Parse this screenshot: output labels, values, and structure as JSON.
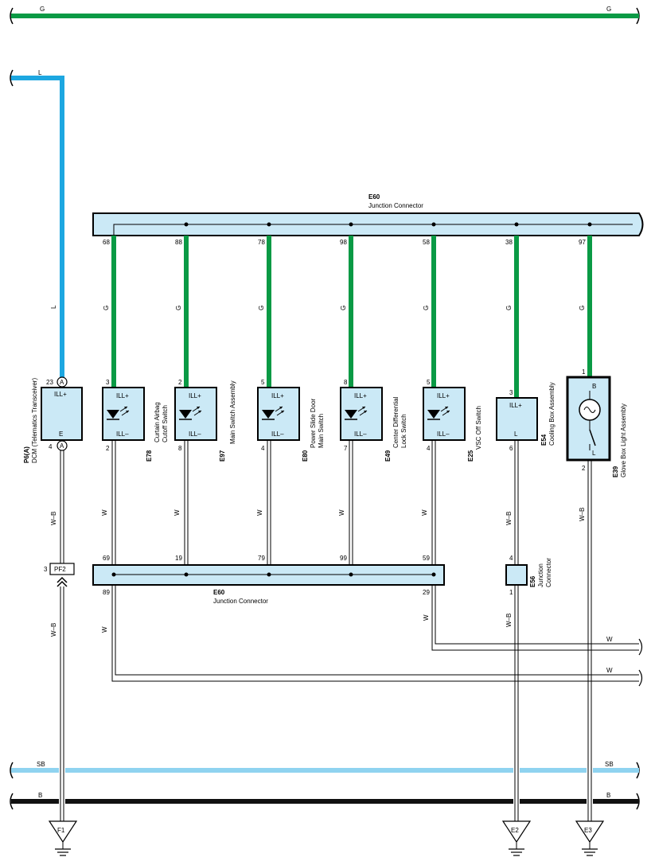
{
  "colors": {
    "green": "#0a9a45",
    "blue": "#1da7e1",
    "sky_blue": "#8fd3f0",
    "black": "#111111",
    "box_fill": "#cbe9f6"
  },
  "wires": {
    "g_top_left": "G",
    "g_top_right": "G",
    "l_top": "L",
    "l_vertical": "L",
    "sb_left": "SB",
    "sb_right": "SB",
    "b_left": "B",
    "b_right": "B",
    "w_right_1": "W",
    "w_right_2": "W",
    "wb_p6_upper": "W–B",
    "wb_p6_lower": "W–B",
    "w_e60_lower": "W",
    "w_e25_lower": "W",
    "wb_e56_lower": "W–B"
  },
  "junction_top": {
    "code": "E60",
    "name": "Junction Connector",
    "pins": [
      "68",
      "88",
      "78",
      "98",
      "58",
      "38",
      "97"
    ]
  },
  "junction_bottom": {
    "code": "E60",
    "name": "Junction Connector",
    "pins_top": [
      "69",
      "19",
      "79",
      "99",
      "59"
    ],
    "pin_89": "89",
    "pin_29": "29"
  },
  "g_labels": [
    "G",
    "G",
    "G",
    "G",
    "G",
    "G",
    "G"
  ],
  "w_labels": [
    "W",
    "W",
    "W",
    "W",
    "W"
  ],
  "p6": {
    "code": "P6(A)",
    "name": "DCM (Telematics Transceiver)",
    "pin_top": "23",
    "pin_bottom": "4",
    "circle_label_top": "A",
    "circle_label_bottom": "A",
    "term_top": "ILL+",
    "term_bottom": "E"
  },
  "pf2": {
    "label": "PF2",
    "pin": "3"
  },
  "switches": [
    {
      "code": "E78",
      "name": "Curtain Airbag",
      "name2": "Cutoff Switch",
      "pin_top": "3",
      "pin_bottom": "2",
      "term_top": "ILL+",
      "term_bottom": "ILL–"
    },
    {
      "code": "E97",
      "name": "Main Switch Assembly",
      "name2": "",
      "pin_top": "2",
      "pin_bottom": "8",
      "term_top": "ILL+",
      "term_bottom": "ILL–"
    },
    {
      "code": "E80",
      "name": "Power Slide Door",
      "name2": "Main Switch",
      "pin_top": "5",
      "pin_bottom": "4",
      "term_top": "ILL+",
      "term_bottom": "ILL–"
    },
    {
      "code": "E49",
      "name": "Center Differential",
      "name2": "Lock Switch",
      "pin_top": "8",
      "pin_bottom": "7",
      "term_top": "ILL+",
      "term_bottom": "ILL–"
    },
    {
      "code": "E25",
      "name": "VSC Off Switch",
      "name2": "",
      "pin_top": "5",
      "pin_bottom": "4",
      "term_top": "ILL+",
      "term_bottom": "ILL–"
    }
  ],
  "e54": {
    "code": "E54",
    "name": "Cooling Box Assembly",
    "pin_top": "3",
    "pin_bottom": "6",
    "term_top": "ILL+",
    "term_bottom": "L"
  },
  "e39": {
    "code": "E39",
    "name": "Glove Box Light Assembly",
    "pin_top": "1",
    "pin_bottom": "2",
    "term_top": "B",
    "term_bottom": "L"
  },
  "e56": {
    "code": "E56",
    "name": "Junction",
    "name2": "Connector",
    "pin_top": "4",
    "pin_bottom": "1"
  },
  "grounds": {
    "f1": "F1",
    "e2": "E2",
    "e3": "E3"
  }
}
